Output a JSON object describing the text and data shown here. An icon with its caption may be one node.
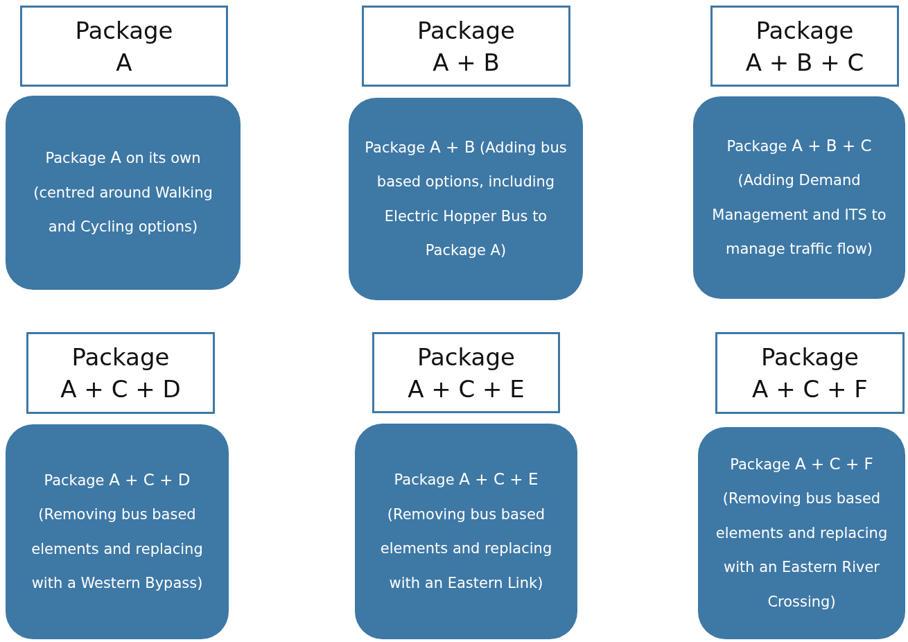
{
  "diagram": {
    "nodes": [
      {
        "text": [
          "Package A"
        ]
      },
      {
        "text": [
          "Package **A** on its own (centred around Walking and Cycling options)"
        ]
      },
      {
        "text": [
          "Package A + B"
        ]
      },
      {
        "text": [
          "Package **A + B** (Adding bus based options, including Electric Hopper Bus to Package A)"
        ]
      },
      {
        "text": [
          "Package A + B + C"
        ]
      },
      {
        "text": [
          "Package **A + B + C** (Adding Demand Management and ITS to manage traffic flow)"
        ]
      },
      {
        "text": [
          "Package A + C + D"
        ]
      },
      {
        "text": [
          "Package **A + C + D** (Removing bus based elements and replacing with a Western Bypass)"
        ]
      },
      {
        "text": [
          "Package A + C + E"
        ]
      },
      {
        "text": [
          "Package **A + C + E** (Removing bus based elements and replacing with an Eastern Link)"
        ]
      },
      {
        "text": [
          "Package A + C + F"
        ]
      },
      {
        "text": [
          "Package **A + C + F** (Removing bus based elements and replacing with an Eastern River Crossing)"
        ]
      }
    ]
  }
}
